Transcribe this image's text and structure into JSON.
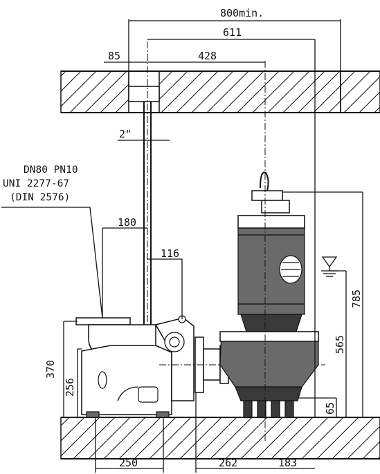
{
  "drawing": {
    "dimensions": {
      "overall_clearance": "800min.",
      "pipe_to_pump_axis": "611",
      "guide_to_pump_axis": "428",
      "wall_to_guide": "85",
      "guide_pipe_size": "2\"",
      "flange_offset": "180",
      "guide_offset": "116",
      "discharge_height": "370",
      "foot_height": "256",
      "base_width": "250",
      "base_to_axis": "262",
      "axis_to_end": "183",
      "pump_height": "785",
      "min_water_level": "565",
      "bottom_clearance": "65"
    },
    "flange_spec": {
      "line1": "DN80 PN10",
      "line2": "UNI 2277-67",
      "line3": "(DIN 2576)"
    }
  }
}
